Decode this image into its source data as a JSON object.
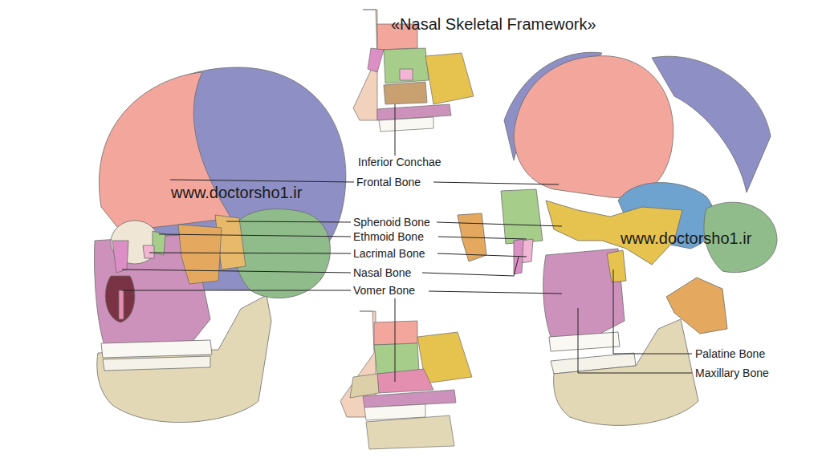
{
  "diagram": {
    "title": "«Nasal Skeletal Framework»",
    "labels": [
      "Inferior Conchae",
      "Frontal Bone",
      "Sphenoid Bone",
      "Ethmoid Bone",
      "Lacrimal Bone",
      "Nasal Bone",
      "Vomer Bone",
      "Palatine Bone",
      "Maxillary Bone",
      "www.doctorsho1.ir",
      "www.doctorsho1.ir"
    ]
  }
}
